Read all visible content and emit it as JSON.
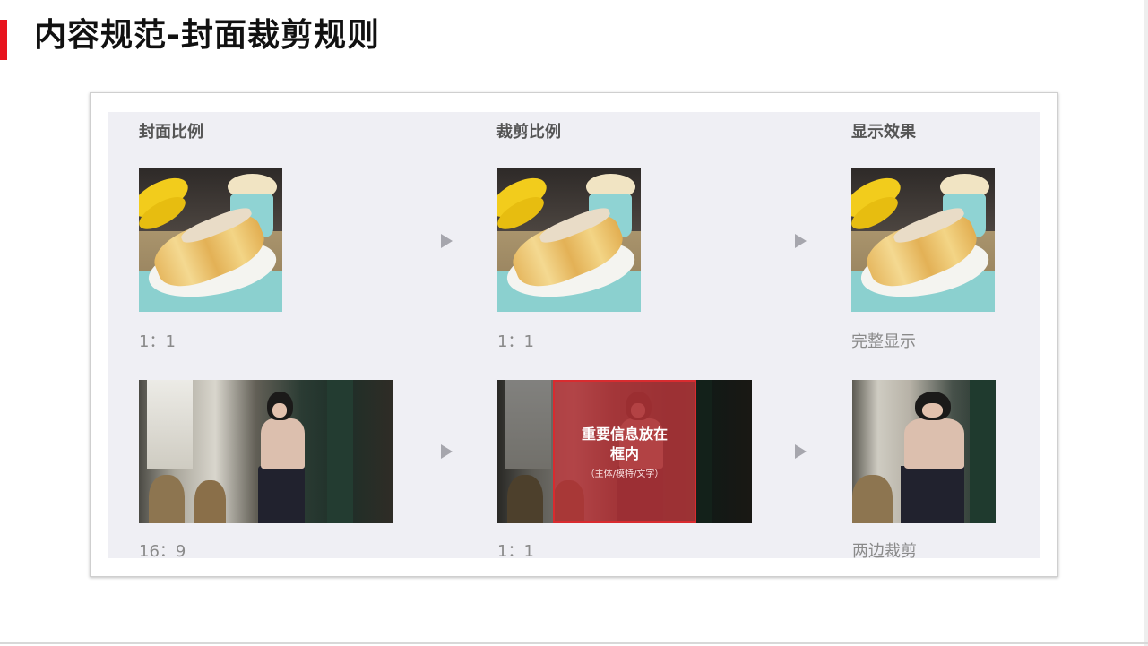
{
  "page": {
    "title": "内容规范-封面裁剪规则"
  },
  "columns": {
    "cover_ratio": "封面比例",
    "crop_ratio": "裁剪比例",
    "display_effect": "显示效果"
  },
  "rows": [
    {
      "cover_caption": "1：1",
      "crop_caption": "1：1",
      "display_caption": "完整显示"
    },
    {
      "cover_caption": "16：9",
      "crop_caption": "1：1",
      "display_caption": "两边裁剪"
    }
  ],
  "crop_box": {
    "main": "重要信息放在框内",
    "sub": "（主体/模特/文字）"
  },
  "icons": {
    "arrow": "arrow-right-icon"
  },
  "colors": {
    "accent": "#e8141e",
    "panel": "#efeff4",
    "crop_box": "#c3373c"
  }
}
